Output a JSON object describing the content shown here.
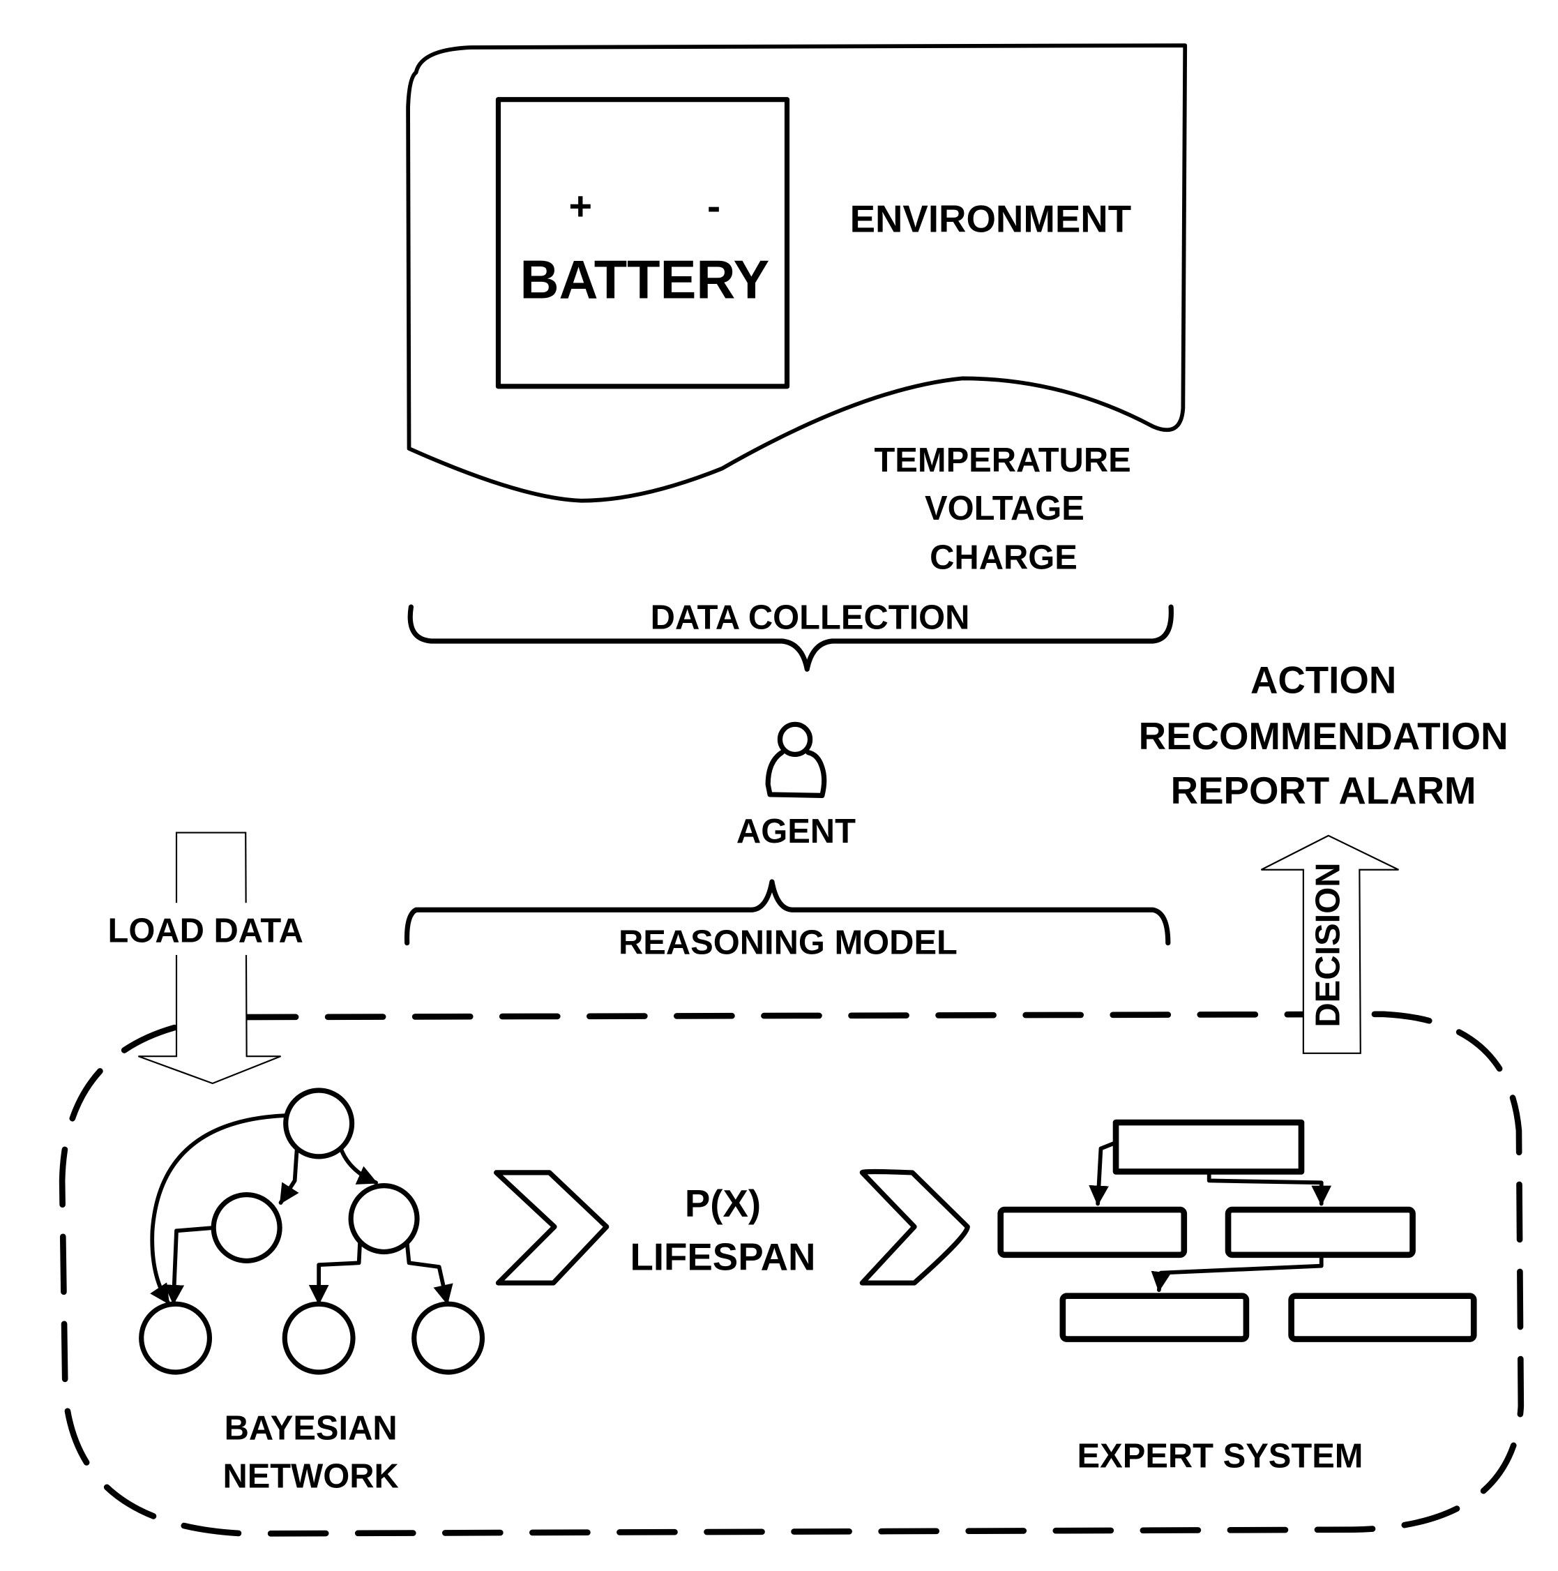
{
  "diagram": {
    "environment": {
      "title": "ENVIRONMENT",
      "battery": {
        "plus": "+",
        "minus": "-",
        "label": "BATTERY"
      },
      "measurements": [
        "TEMPERATURE",
        "VOLTAGE",
        "CHARGE"
      ]
    },
    "data_collection": {
      "label": "DATA COLLECTION"
    },
    "agent": {
      "label": "AGENT",
      "icon": "person-icon"
    },
    "reasoning_model": {
      "label": "REASONING MODEL"
    },
    "load_data": {
      "label": "LOAD DATA"
    },
    "outputs": {
      "lines": [
        "ACTION",
        "RECOMMENDATION",
        "REPORT ALARM"
      ]
    },
    "decision": {
      "label": "DECISION"
    },
    "bayesian_network": {
      "lines": [
        "BAYESIAN",
        "NETWORK"
      ]
    },
    "probability": {
      "lines": [
        "P(X)",
        "LIFESPAN"
      ]
    },
    "expert_system": {
      "label": "EXPERT SYSTEM"
    }
  }
}
